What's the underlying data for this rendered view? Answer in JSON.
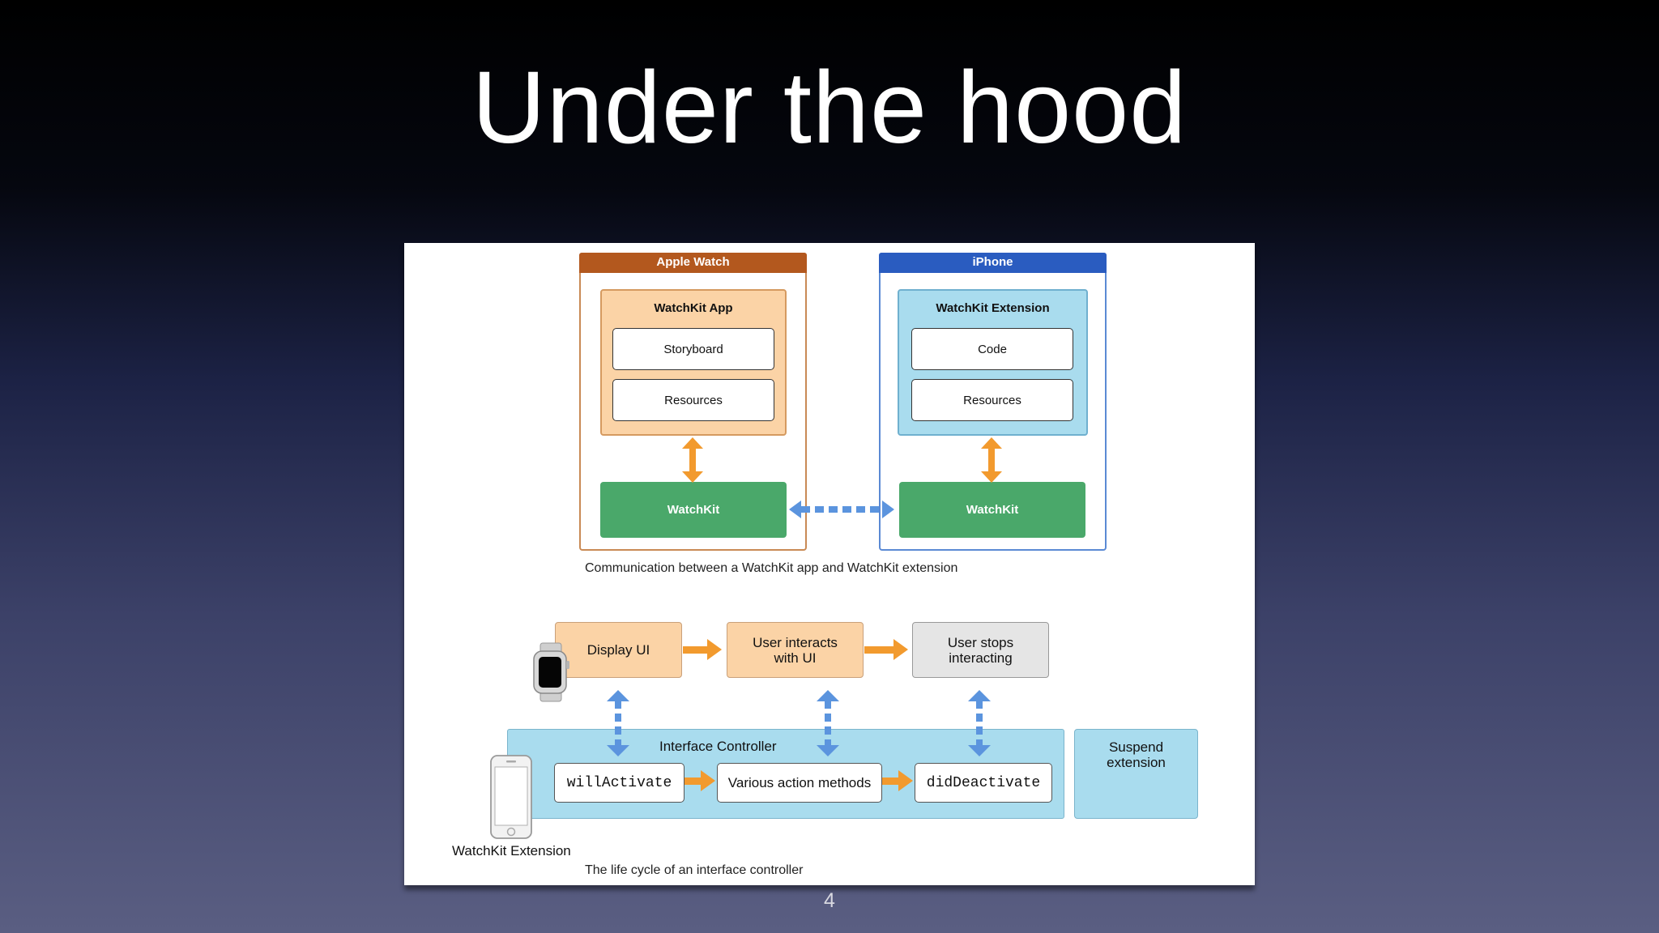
{
  "slide": {
    "title": "Under the hood",
    "page_number": "4"
  },
  "diagram1": {
    "watch": {
      "header": "Apple Watch",
      "header_color": "#b3581e",
      "border_color": "#c98a55"
    },
    "iphone": {
      "header": "iPhone",
      "header_color": "#2a5cc0",
      "border_color": "#5b8ad4"
    },
    "watchkit_app": {
      "title": "WatchKit App",
      "items": [
        "Storyboard",
        "Resources"
      ]
    },
    "watchkit_extension": {
      "title": "WatchKit Extension",
      "items": [
        "Code",
        "Resources"
      ]
    },
    "watchkit_label": "WatchKit",
    "caption": "Communication between a WatchKit app and WatchKit extension"
  },
  "diagram2": {
    "states": [
      "Display UI",
      "User interacts with UI",
      "User stops interacting"
    ],
    "interface_controller": "Interface Controller",
    "methods": [
      "willActivate",
      "Various action methods",
      "didDeactivate"
    ],
    "suspend": "Suspend extension",
    "extension_label": "WatchKit Extension",
    "caption": "The life cycle of an interface controller"
  },
  "colors": {
    "orange_arrow": "#f29a2e",
    "blue_arrow": "#5b94de",
    "watchkit_green": "#4aa86a",
    "peach": "#fbd3a6",
    "light_blue": "#a9dcee",
    "gray_state": "#e5e5e5"
  },
  "icons": [
    "apple-watch-icon",
    "iphone-icon"
  ]
}
